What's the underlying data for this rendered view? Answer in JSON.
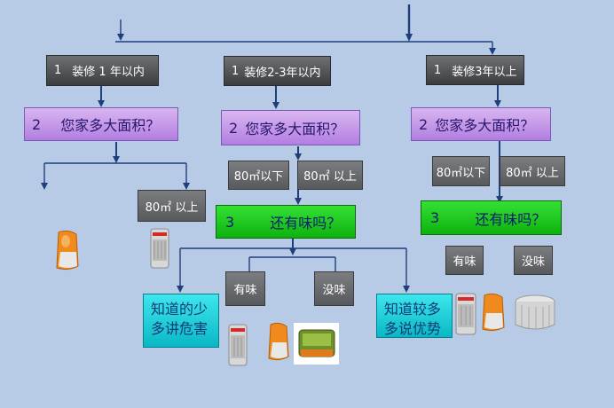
{
  "colors": {
    "background": "#b7cbe7",
    "connector": "#1f3f7a",
    "stage_box": "#4a4b4e",
    "area_box": "#c79be8",
    "smell_box": "#14c414",
    "advice_box": "#1ccfda",
    "option_box": "#6a6b6e"
  },
  "branch_left": {
    "stage": {
      "num": "1",
      "label": "装修 1 年以内"
    },
    "area_question": {
      "num": "2",
      "label": "您家多大面积？"
    },
    "option_large": "80㎡ 以上"
  },
  "branch_middle": {
    "stage": {
      "num": "1",
      "label": "装修2-3年以内"
    },
    "area_question": {
      "num": "2",
      "label": "您家多大面积？"
    },
    "option_small": "80㎡以下",
    "option_large": "80㎡ 以上",
    "smell_question": {
      "num": "3",
      "label": "还有味吗？"
    },
    "option_smell_yes": "有味",
    "option_smell_no": "没味",
    "advice_left": "知道的少多讲危害",
    "advice_right": "知道较多多说优势"
  },
  "branch_right": {
    "stage": {
      "num": "1",
      "label": "装修3年以上"
    },
    "area_question": {
      "num": "2",
      "label": "您家多大面积？"
    },
    "option_small": "80㎡以下",
    "option_large": "80㎡ 以上",
    "smell_question": {
      "num": "3",
      "label": "还有味吗？"
    },
    "option_smell_yes": "有味",
    "option_smell_no": "没味"
  }
}
